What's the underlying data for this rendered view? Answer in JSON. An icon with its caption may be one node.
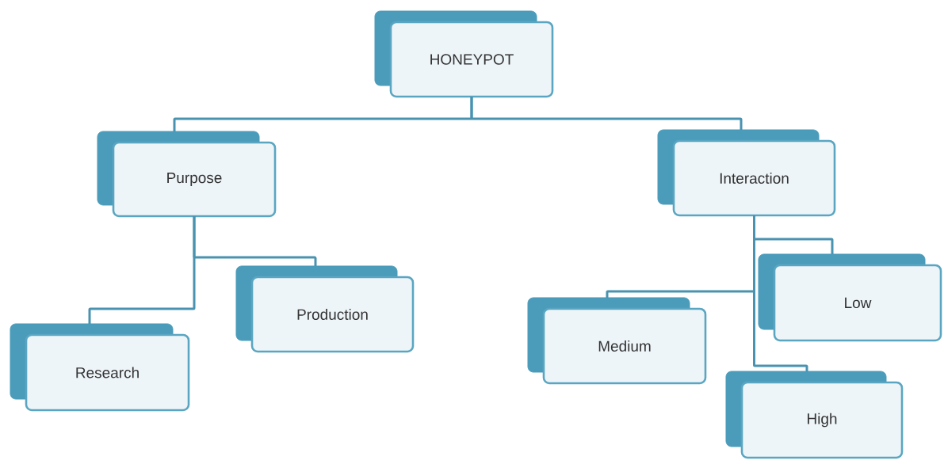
{
  "diagram": {
    "nodes": [
      {
        "text": [
          "HONEYPOT"
        ]
      },
      {
        "text": [
          "Purpose"
        ]
      },
      {
        "text": [
          "Interaction"
        ]
      },
      {
        "text": [
          "Production"
        ]
      },
      {
        "text": [
          "Research"
        ]
      },
      {
        "text": [
          "Medium"
        ]
      },
      {
        "text": [
          "Low"
        ]
      },
      {
        "text": [
          "High"
        ]
      }
    ],
    "edges": [
      {
        "from": 0,
        "to": 1,
        "arrow": "none"
      },
      {
        "from": 0,
        "to": 2,
        "arrow": "none"
      },
      {
        "from": 1,
        "to": 3,
        "arrow": "none"
      },
      {
        "from": 1,
        "to": 4,
        "arrow": "none"
      },
      {
        "from": 2,
        "to": 5,
        "arrow": "none"
      },
      {
        "from": 2,
        "to": 6,
        "arrow": "none"
      },
      {
        "from": 2,
        "to": 7,
        "arrow": "none"
      }
    ]
  }
}
